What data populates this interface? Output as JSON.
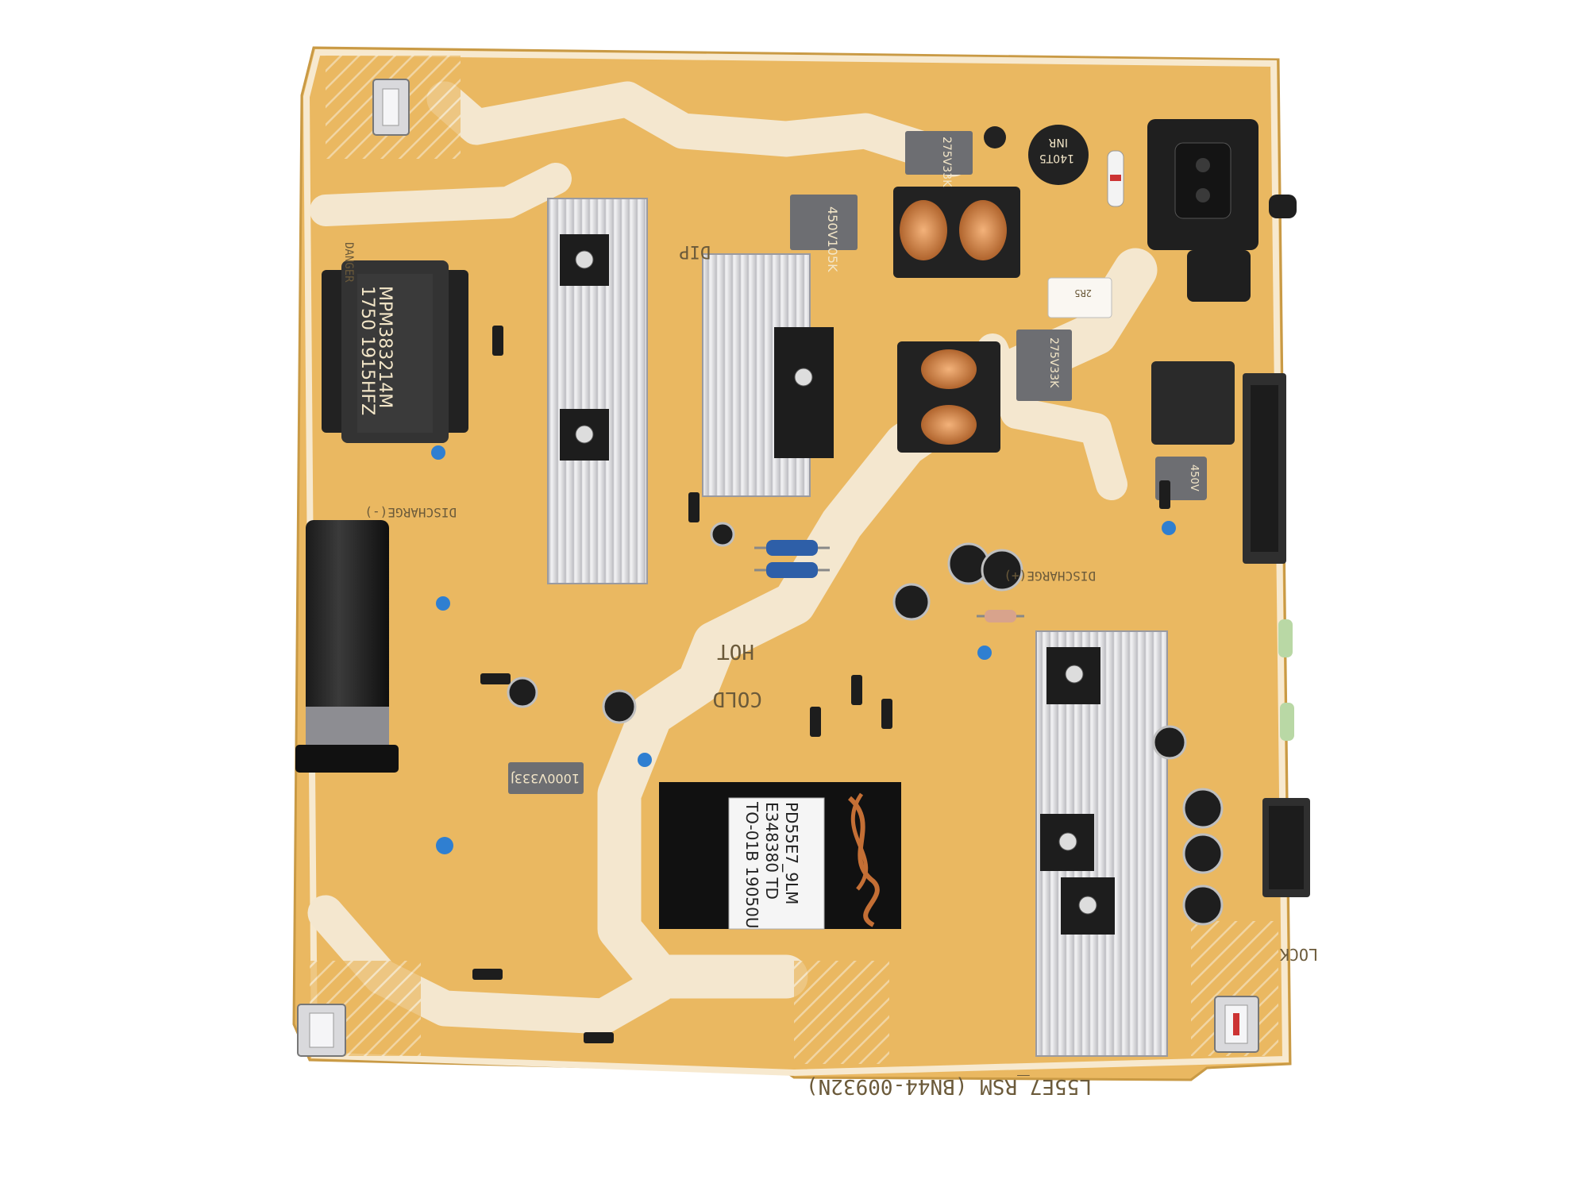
{
  "board": {
    "model_marking": "L55E7_RSM (BN44-00932N)",
    "hot_label": "HOT",
    "cold_label": "COLD",
    "dip_label": "DIP",
    "lock_label": "LOCK",
    "discharge_plus": "DISCHARGE(+)",
    "discharge_minus": "DISCHARGE(-)",
    "danger_label": "DANGER"
  },
  "components": {
    "pfc_inductor_line1": "MPM383214M",
    "pfc_inductor_line2": "1750 1915HFZ",
    "main_transformer_line1": "PD55E7_9LM",
    "main_transformer_line2": "E348380 TD",
    "main_transformer_line3": "TO-01B 19050U",
    "x_capacitor_1": "450V105K",
    "x_capacitor_2": "275V33K",
    "x_capacitor_3": "275V33K",
    "y_capacitor": "1000V333J",
    "thermistor_line1": "INR",
    "thermistor_line2": "140T5",
    "fuse_resistor": "2R5",
    "cap_450v": "450V"
  },
  "colors": {
    "pcb": "#eab861",
    "silkscreen": "#f4e7cf",
    "heatsink": "#e3e3e5",
    "connector": "#2a2a2a"
  }
}
